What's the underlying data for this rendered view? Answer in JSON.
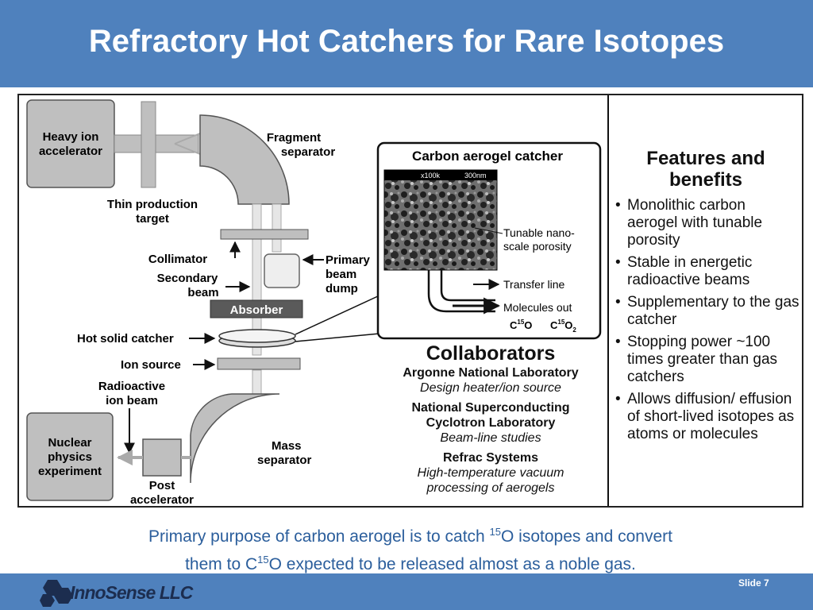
{
  "slide": {
    "title": "Refractory Hot Catchers for Rare Isotopes",
    "slide_number": "Slide 7",
    "logo_text": "InnoSense LLC"
  },
  "diagram": {
    "heavy_ion_1": "Heavy ion",
    "heavy_ion_2": "accelerator",
    "fragment_1": "Fragment",
    "fragment_2": "separator",
    "thin_target_1": "Thin production",
    "thin_target_2": "target",
    "collimator": "Collimator",
    "secondary_1": "Secondary",
    "secondary_2": "beam",
    "primary_1": "Primary",
    "primary_2": "beam",
    "primary_3": "dump",
    "absorber": "Absorber",
    "hot_catcher": "Hot solid catcher",
    "ion_source": "Ion source",
    "radioactive_1": "Radioactive",
    "radioactive_2": "ion beam",
    "nuclear_1": "Nuclear",
    "nuclear_2": "physics",
    "nuclear_3": "experiment",
    "mass_1": "Mass",
    "mass_2": "separator",
    "post_1": "Post",
    "post_2": "accelerator"
  },
  "inset": {
    "title": "Carbon aerogel catcher",
    "mag_label": "x100k",
    "scale_label": "300nm",
    "tunable_1": "Tunable nano-",
    "tunable_2": "scale porosity",
    "transfer": "Transfer line",
    "molecules_out": "Molecules out",
    "c_1": "C",
    "mass_num_1": "15",
    "o_1": "O",
    "c_2": "C",
    "mass_num_2": "15",
    "o_2": "O",
    "sub_2": "2"
  },
  "collaborators": {
    "title": "Collaborators",
    "items": [
      {
        "org": "Argonne National Laboratory",
        "role": "Design heater/ion source"
      },
      {
        "org": "National Superconducting Cyclotron Laboratory",
        "role": "Beam-line studies"
      },
      {
        "org": "Refrac Systems",
        "role": "High-temperature vacuum processing of aerogels"
      }
    ]
  },
  "features": {
    "title": "Features and benefits",
    "items": [
      "Monolithic carbon aerogel with tunable porosity",
      "Stable in energetic radioactive beams",
      "Supplementary to the gas catcher",
      "Stopping power ~100 times greater than gas catchers",
      "Allows diffusion/ effusion of short-lived isotopes as atoms or molecules"
    ]
  },
  "caption": {
    "line1_a": "Primary purpose of carbon aerogel is to catch ",
    "line1_sup": "15",
    "line1_b": "O isotopes and convert",
    "line2_a": "them to C",
    "line2_sup": "15",
    "line2_b": "O expected to be released almost as a noble gas."
  },
  "colors": {
    "header_blue": "#4f81bd",
    "caption_blue": "#2b5e9c",
    "component_gray": "#bfbfbf",
    "absorber_gray": "#5a5a5a"
  }
}
